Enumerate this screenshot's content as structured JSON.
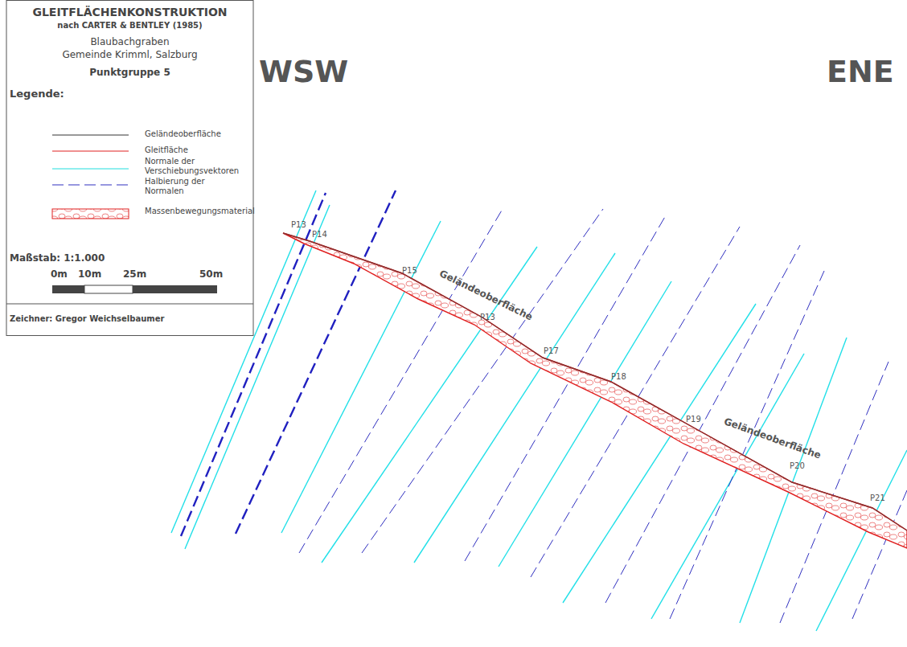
{
  "diagram": {
    "title": "GLEITFLÄCHENKONSTRUKTION",
    "labels": [
      "WSW",
      "ENE",
      "nach CARTER & BENTLEY (1985)",
      "Blaubachgraben",
      "Gemeinde Krimml, Salzburg",
      "Punktgruppe 5",
      "Legende:",
      "Maßstab: 1:1.000",
      "0m",
      "10m",
      "25m",
      "50m",
      "Zeichner: Gregor Weichselbaumer",
      "P13",
      "P14",
      "P15",
      "P13",
      "P17",
      "P18",
      "P19",
      "P20",
      "P21",
      "Geländeoberfläche",
      "Geländeoberfläche"
    ],
    "legend": [
      {
        "text": "Geländeoberfläche"
      },
      {
        "text": "Gleitfläche"
      },
      {
        "text": "Normale der Verschiebungsvektoren"
      },
      {
        "text": "Halbierung der Normalen"
      },
      {
        "text": "Massenbewegungsmaterial"
      }
    ]
  }
}
